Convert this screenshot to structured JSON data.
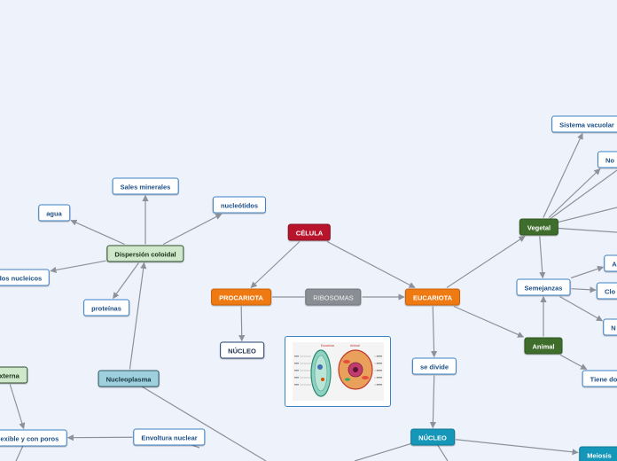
{
  "colors": {
    "background": "#eef2fb",
    "edge": "#8d929a",
    "root": "#b8142c",
    "primary": "#ef7a12",
    "vegetal": "#3f6e2c",
    "nucleo": "#1597b9",
    "ribosomas": "#8a8e94"
  },
  "nodes": [
    {
      "id": "celula",
      "label": "CÉLULA",
      "style": "red"
    },
    {
      "id": "procariota",
      "label": "PROCARIOTA",
      "style": "orange"
    },
    {
      "id": "eucariota",
      "label": "EUCARIOTA",
      "style": "orange"
    },
    {
      "id": "ribosomas",
      "label": "RIBOSOMAS",
      "style": "grey"
    },
    {
      "id": "nucleo_pro",
      "label": "NÚCLEO",
      "style": "navy"
    },
    {
      "id": "dispersion",
      "label": "Dispersión coloidal",
      "style": "lgreen"
    },
    {
      "id": "sales",
      "label": "Sales minerales",
      "style": "blue"
    },
    {
      "id": "agua",
      "label": "agua",
      "style": "blue"
    },
    {
      "id": "nucleotidos",
      "label": "nucleótidos",
      "style": "blue"
    },
    {
      "id": "acidos",
      "label": "ácidos nucleicos",
      "style": "blue"
    },
    {
      "id": "proteinas",
      "label": "proteínas",
      "style": "blue"
    },
    {
      "id": "nucleoplasma",
      "label": "Nucleoplasma",
      "style": "lblue"
    },
    {
      "id": "externa",
      "label": "Externa",
      "style": "lgreen"
    },
    {
      "id": "flexible",
      "label": "Flexible y con poros",
      "style": "blue"
    },
    {
      "id": "envoltura",
      "label": "Envoltura nuclear",
      "style": "blue"
    },
    {
      "id": "vegetal",
      "label": "Vegetal",
      "style": "green"
    },
    {
      "id": "animal",
      "label": "Animal",
      "style": "green"
    },
    {
      "id": "semejanzas",
      "label": "Semejanzas",
      "style": "blue"
    },
    {
      "id": "vacuolar",
      "label": "Sistema vacuolar",
      "style": "blue"
    },
    {
      "id": "no",
      "label": "No",
      "style": "blue"
    },
    {
      "id": "a_item",
      "label": "A",
      "style": "blue"
    },
    {
      "id": "clo",
      "label": "Clo",
      "style": "blue"
    },
    {
      "id": "n_item",
      "label": "N",
      "style": "blue"
    },
    {
      "id": "tiene",
      "label": "Tiene do",
      "style": "blue"
    },
    {
      "id": "sedivide",
      "label": "se divide",
      "style": "blue"
    },
    {
      "id": "nucleo_euc",
      "label": "NÚCLEO",
      "style": "teal"
    },
    {
      "id": "meiosis",
      "label": "Meiosis",
      "style": "teal"
    }
  ],
  "edges": [
    [
      "celula",
      "procariota"
    ],
    [
      "celula",
      "eucariota"
    ],
    [
      "procariota",
      "ribosomas"
    ],
    [
      "ribosomas",
      "eucariota"
    ],
    [
      "procariota",
      "nucleo_pro"
    ],
    [
      "dispersion",
      "sales"
    ],
    [
      "dispersion",
      "agua"
    ],
    [
      "dispersion",
      "nucleotidos"
    ],
    [
      "dispersion",
      "acidos"
    ],
    [
      "dispersion",
      "proteinas"
    ],
    [
      "nucleoplasma",
      "dispersion"
    ],
    [
      "externa",
      "flexible"
    ],
    [
      "envoltura",
      "flexible"
    ],
    [
      "eucariota",
      "vegetal"
    ],
    [
      "eucariota",
      "animal"
    ],
    [
      "vegetal",
      "semejanzas"
    ],
    [
      "animal",
      "semejanzas"
    ],
    [
      "vegetal",
      "vacuolar"
    ],
    [
      "vegetal",
      "no"
    ],
    [
      "semejanzas",
      "a_item"
    ],
    [
      "semejanzas",
      "clo"
    ],
    [
      "semejanzas",
      "n_item"
    ],
    [
      "animal",
      "tiene"
    ],
    [
      "eucariota",
      "sedivide"
    ],
    [
      "sedivide",
      "nucleo_euc"
    ],
    [
      "nucleo_euc",
      "meiosis"
    ]
  ],
  "image": {
    "caption_left": "Eucariota",
    "caption_right": "Animal"
  }
}
